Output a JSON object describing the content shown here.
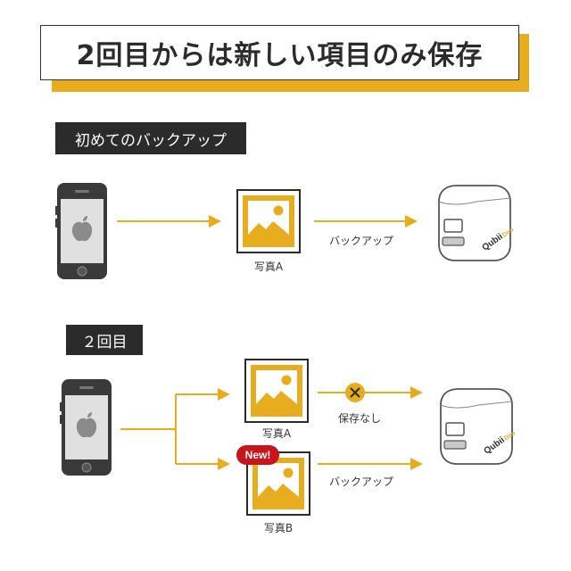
{
  "title": "2回目からは新しい項目のみ保存",
  "sections": [
    {
      "label": "初めてのバックアップ",
      "photo_caption": "写真A",
      "arrow_label": "バックアップ"
    },
    {
      "label": "２回目",
      "photo_a_caption": "写真A",
      "skip_label": "保存なし",
      "photo_b_caption": "写真B",
      "new_badge": "New!",
      "arrow_label": "バックアップ"
    }
  ],
  "device_brand": "Qubii",
  "device_brand_suffix": "Duo",
  "colors": {
    "accent": "#e8ac1f",
    "dark": "#2b2b2b",
    "badge": "#c8141b"
  },
  "icons": [
    "phone-icon",
    "photo-icon",
    "cross-icon",
    "cube-device-icon",
    "apple-logo-icon"
  ]
}
